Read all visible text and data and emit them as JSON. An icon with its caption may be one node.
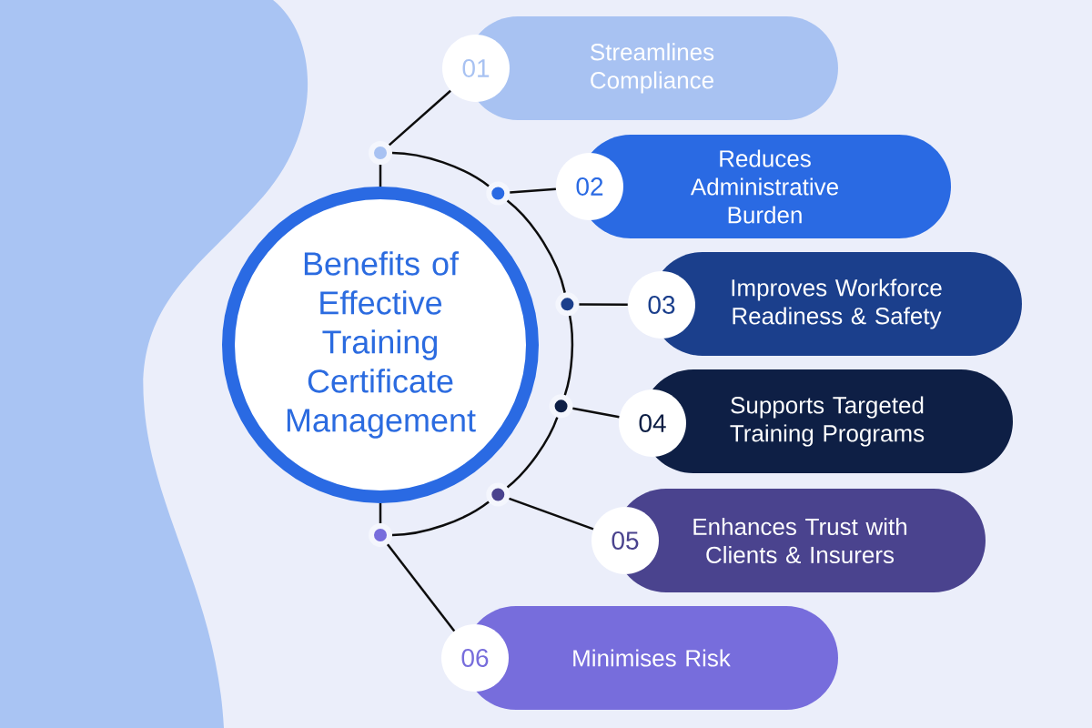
{
  "diagram": {
    "nodes": [
      {
        "text": [
          "Benefits of Effective Training Certificate Management"
        ]
      },
      {
        "text": [],
        "shape": "circle"
      },
      {
        "text": [
          "01"
        ]
      },
      {
        "text": [
          "Streamlines Compliance"
        ]
      },
      {
        "text": [],
        "shape": "circle"
      },
      {
        "text": [
          "02"
        ]
      },
      {
        "text": [
          "Reduces Administrative Burden"
        ]
      },
      {
        "text": [],
        "shape": "circle"
      },
      {
        "text": [
          "03"
        ]
      },
      {
        "text": [
          "Improves Workforce Readiness & Safety"
        ]
      },
      {
        "text": [],
        "shape": "circle"
      },
      {
        "text": [
          "04"
        ]
      },
      {
        "text": [
          "Supports Targeted Training Programs"
        ]
      },
      {
        "text": [],
        "shape": "circle"
      },
      {
        "text": [
          "05"
        ]
      },
      {
        "text": [
          "Enhances Trust with Clients & Insurers"
        ]
      },
      {
        "text": [],
        "shape": "circle"
      },
      {
        "text": [
          "06"
        ]
      },
      {
        "text": [
          "Minimises Risk"
        ]
      }
    ],
    "edges": [
      {
        "from": 1,
        "to": 0,
        "arrow": "none"
      },
      {
        "from": 1,
        "to": 2,
        "arrow": "none"
      },
      {
        "from": 1,
        "to": 4,
        "arrow": "none"
      },
      {
        "from": 4,
        "to": 5,
        "arrow": "none"
      },
      {
        "from": 4,
        "to": 7,
        "arrow": "none"
      },
      {
        "from": 7,
        "to": 8,
        "arrow": "none"
      },
      {
        "from": 7,
        "to": 10,
        "arrow": "none"
      },
      {
        "from": 10,
        "to": 11,
        "arrow": "none"
      },
      {
        "from": 10,
        "to": 13,
        "arrow": "none"
      },
      {
        "from": 13,
        "to": 14,
        "arrow": "none"
      },
      {
        "from": 13,
        "to": 16,
        "arrow": "none"
      },
      {
        "from": 16,
        "to": 17,
        "arrow": "none"
      },
      {
        "from": 16,
        "to": 0,
        "arrow": "none"
      }
    ]
  }
}
